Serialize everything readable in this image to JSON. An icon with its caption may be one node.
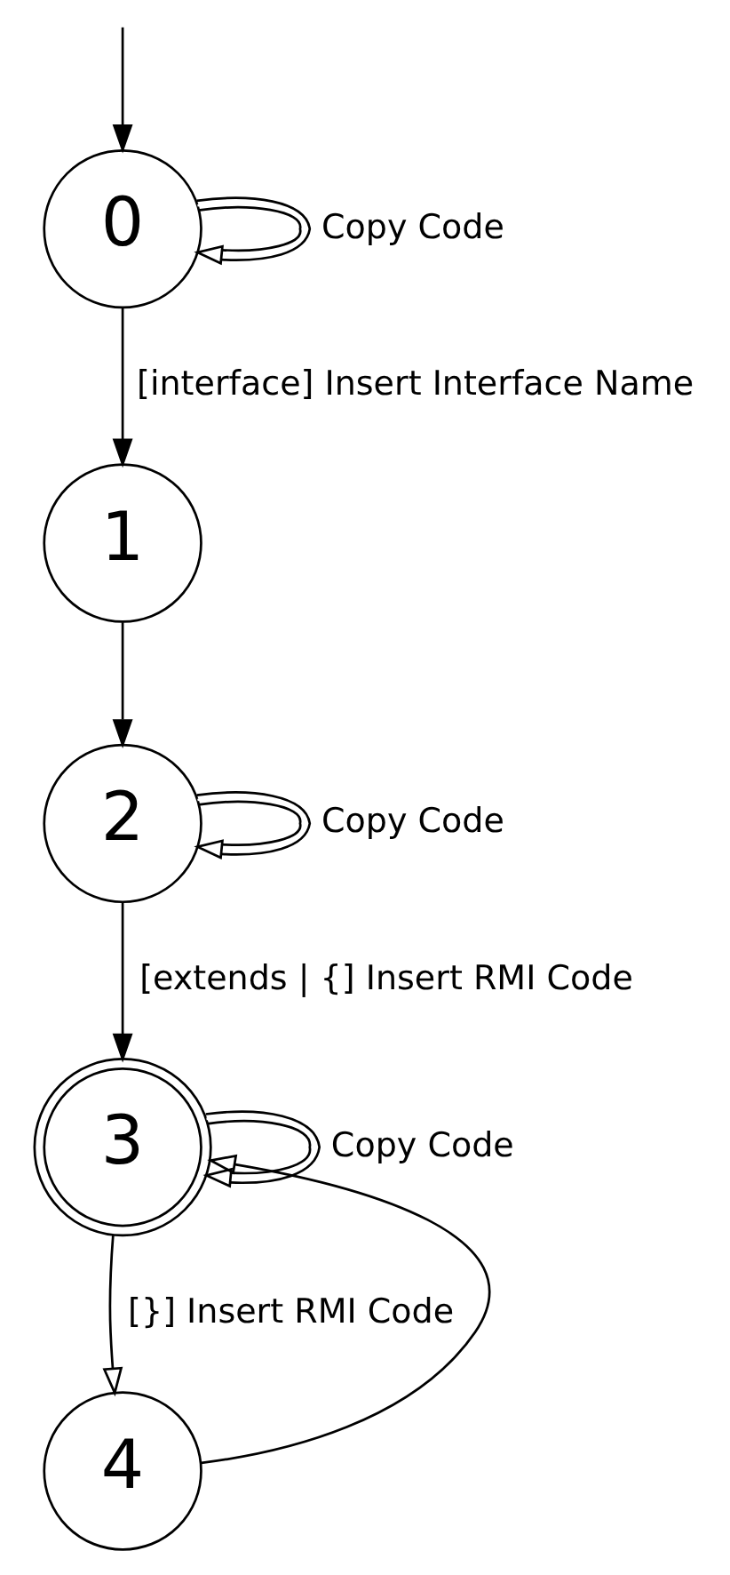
{
  "diagram": {
    "nodes": [
      {
        "text": [
          "0"
        ]
      },
      {
        "text": [
          "1"
        ]
      },
      {
        "text": [
          "2"
        ]
      },
      {
        "text": [
          "3"
        ]
      },
      {
        "text": [
          "4"
        ]
      }
    ],
    "edges": [
      {
        "from": null,
        "to": 0,
        "arrow": "to"
      },
      {
        "from": 0,
        "to": 0,
        "arrow": "to",
        "label": "Copy Code"
      },
      {
        "from": 0,
        "to": 1,
        "arrow": "to",
        "label": "[interface] Insert Interface Name"
      },
      {
        "from": 1,
        "to": 2,
        "arrow": "to"
      },
      {
        "from": 2,
        "to": 2,
        "arrow": "to",
        "label": "Copy Code"
      },
      {
        "from": 2,
        "to": 3,
        "arrow": "to",
        "label": "[extends | {] Insert RMI Code"
      },
      {
        "from": 3,
        "to": 3,
        "arrow": "to",
        "label": "Copy Code"
      },
      {
        "from": 3,
        "to": 4,
        "arrow": "to",
        "label": "[}] Insert RMI Code"
      },
      {
        "from": 4,
        "to": 3,
        "arrow": "to"
      }
    ]
  }
}
